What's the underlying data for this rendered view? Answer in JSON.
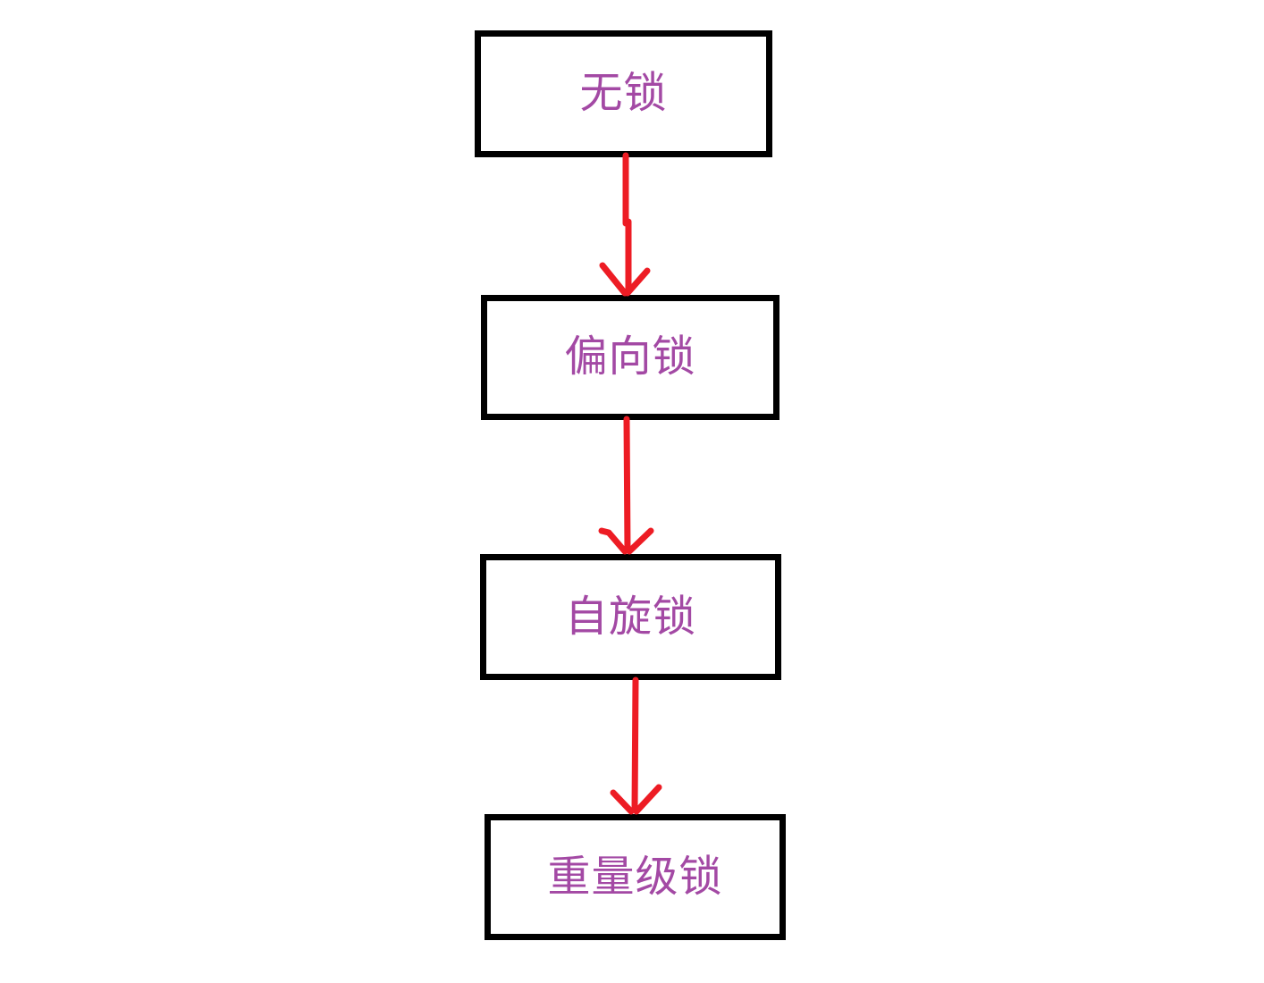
{
  "diagram": {
    "type": "flowchart",
    "direction": "top-down",
    "nodes": [
      {
        "id": "no-lock",
        "label": "无锁"
      },
      {
        "id": "biased-lock",
        "label": "偏向锁"
      },
      {
        "id": "spin-lock",
        "label": "自旋锁"
      },
      {
        "id": "heavyweight-lock",
        "label": "重量级锁"
      }
    ],
    "edges": [
      {
        "from": "no-lock",
        "to": "biased-lock",
        "style": "red-arrow-down"
      },
      {
        "from": "biased-lock",
        "to": "spin-lock",
        "style": "red-arrow-down"
      },
      {
        "from": "spin-lock",
        "to": "heavyweight-lock",
        "style": "red-arrow-down"
      }
    ],
    "colors": {
      "background": "#ffffff",
      "node_fill": "#ffffff",
      "node_border": "#000000",
      "node_text": "#a349a4",
      "arrow": "#ed1c24"
    }
  }
}
